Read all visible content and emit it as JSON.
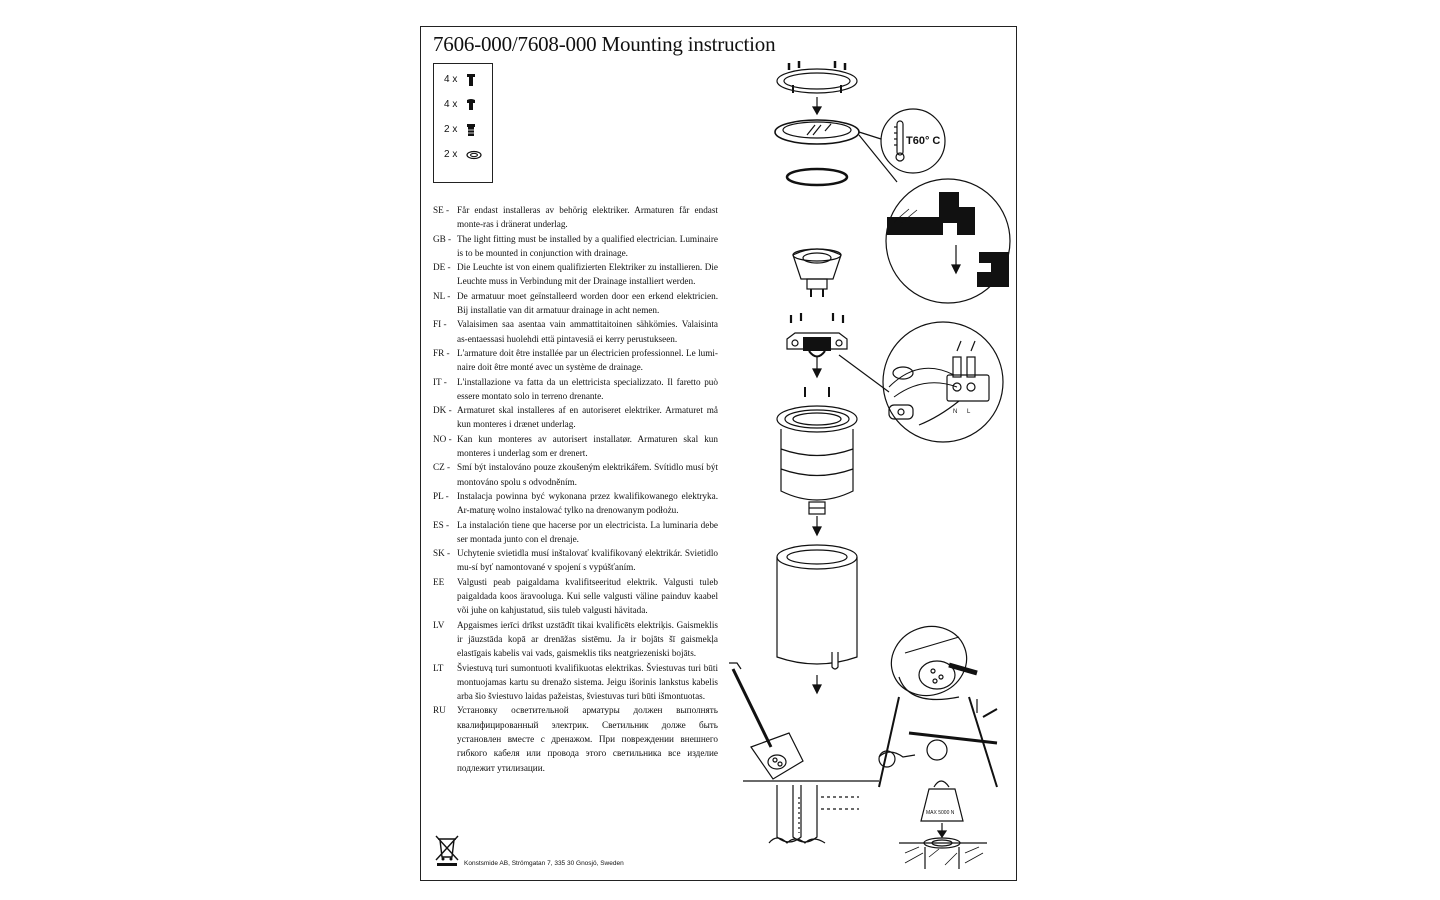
{
  "document": {
    "title": "7606-000/7608-000 Mounting instruction",
    "parts": [
      {
        "qty": "4 x",
        "icon": "screw-icon"
      },
      {
        "qty": "4 x",
        "icon": "short-screw-icon"
      },
      {
        "qty": "2 x",
        "icon": "cable-gland-icon"
      },
      {
        "qty": "2 x",
        "icon": "gasket-ring-icon"
      }
    ],
    "languages": [
      {
        "code": "SE -",
        "text": "Får endast installeras av behörig elektriker. Armaturen får endast monte-ras i dränerat underlag."
      },
      {
        "code": "GB -",
        "text": "The light fitting must be installed by a qualified electrician. Luminaire is to be mounted in conjunction with drainage."
      },
      {
        "code": "DE -",
        "text": "Die Leuchte ist von einem qualifizierten Elektriker zu installieren. Die Leuchte muss in Verbindung mit der Drainage installiert werden."
      },
      {
        "code": "NL -",
        "text": "De armatuur moet geïnstalleerd worden door een erkend elektricien. Bij installatie van dit armatuur drainage in acht nemen."
      },
      {
        "code": "FI -",
        "text": "Valaisimen saa asentaa vain ammattitaitoinen sähkömies. Valaisinta as-entaessasi huolehdi että pintavesiä ei kerry perustukseen."
      },
      {
        "code": "FR -",
        "text": "L'armature doit être installée par un électricien professionnel. Le lumi-naire doit être monté avec un système de drainage."
      },
      {
        "code": "IT -",
        "text": "L'installazione va fatta da un elettricista specializzato. Il faretto può essere montato solo in terreno drenante."
      },
      {
        "code": "DK -",
        "text": "Armaturet skal installeres af en autoriseret elektriker. Armaturet må kun monteres i drænet underlag."
      },
      {
        "code": "NO -",
        "text": "Kan kun monteres av autorisert installatør. Armaturen skal kun monteres i underlag som er drenert."
      },
      {
        "code": "CZ -",
        "text": "Smí být instalováno pouze zkoušeným elektrikářem. Svítidlo musí být montováno spolu s odvodněním."
      },
      {
        "code": "PL -",
        "text": "Instalacja powinna być wykonana przez kwalifikowanego elektryka. Ar-maturę wolno instalować tylko na drenowanym podłożu."
      },
      {
        "code": "ES -",
        "text": "La instalación tiene que hacerse por un electricista. La luminaria debe ser montada junto con el drenaje."
      },
      {
        "code": "SK -",
        "text": "Uchytenie svietidla musí inštalovať kvalifikovaný elektrikár. Svietidlo mu-sí byť namontované v spojení s vypúšťaním."
      },
      {
        "code": "EE",
        "text": "Valgusti peab paigaldama kvalifitseeritud elektrik. Valgusti tuleb paigaldada koos äravooluga. Kui selle valgusti väline painduv kaabel või juhe on kahjustatud, siis tuleb valgusti hävitada."
      },
      {
        "code": "LV",
        "text": "Apgaismes ierīci drīkst uzstādīt tikai kvalificēts elektriķis. Gaismeklis ir jāuzstāda kopā ar drenāžas sistēmu. Ja ir bojāts šī gaismekļa elastīgais kabelis vai vads, gaismeklis tiks neatgriezeniski bojāts."
      },
      {
        "code": "LT",
        "text": "Šviestuvą turi sumontuoti kvalifikuotas elektrikas. Šviestuvas turi būti montuojamas kartu su drenažo sistema. Jeigu išorinis lankstus kabelis arba šio šviestuvo laidas pažeistas, šviestuvas turi būti išmontuotas."
      },
      {
        "code": "RU",
        "text": "Установку осветительной арматуры должен выполнять квалифицированный электрик. Светильник долже быть установлен вместе с дренажом. При повреждении внешнего гибкого кабеля или провода этого светильника все изделие подлежит утилизации."
      }
    ],
    "footer": "Konstsmide AB, Strömgatan 7, 335 30 Gnosjö, Sweden",
    "illustration": {
      "temperature_label": "T60° C",
      "terminal_labels": [
        "N",
        "L"
      ],
      "load_label": "MAX 5000 N"
    }
  }
}
